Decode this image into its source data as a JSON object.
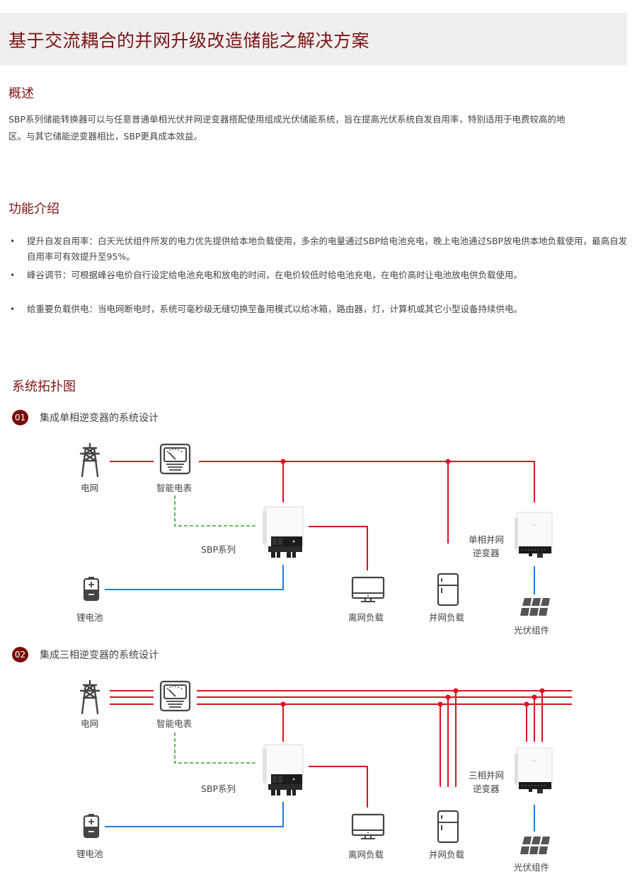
{
  "page_title": "基于交流耦合的并网升级改造储能之解决方案",
  "overview": {
    "heading": "概述",
    "text_line1": "SBP系列储能转换器可以与任意普通单相光伏并网逆变器搭配使用组成光伏储能系统，旨在提高光伏系统自发自用率，特别适用于电费较高的地",
    "text_line2": "区。与其它储能逆变器相比，SBP更具成本效益。"
  },
  "features": {
    "heading": "功能介绍",
    "items": [
      {
        "bullet": "•",
        "text": "提升自发自用率：白天光伏组件所发的电力优先提供给本地负载使用，多余的电量通过SBP给电池充电，晚上电池通过SBP放电供本地负载使用，最高自发自用率可有效提升至95%。"
      },
      {
        "bullet": "•",
        "text": "峰谷调节：可根据峰谷电价自行设定给电池充电和放电的时间，在电价较低时给电池充电，在电价高时让电池放电供负载使用。"
      },
      {
        "bullet": "•",
        "text": "给重要负载供电：当电网断电时，系统可毫秒级无缝切换至备用模式以给冰箱，路由器，灯，计算机或其它小型设备持续供电。"
      }
    ]
  },
  "topology": {
    "heading": "系统拓扑图",
    "diagrams": [
      {
        "number": "01",
        "title": "集成单相逆变器的系统设计",
        "labels": {
          "grid": "电网",
          "meter": "智能电表",
          "sbp": "SBP系列",
          "battery": "锂电池",
          "offgrid_load": "离网负载",
          "ongrid_load": "并网负载",
          "inverter_line1": "单相并网",
          "inverter_line2": "逆变器",
          "pv": "光伏组件"
        }
      },
      {
        "number": "02",
        "title": "集成三相逆变器的系统设计",
        "labels": {
          "grid": "电网",
          "meter": "智能电表",
          "sbp": "SBP系列",
          "battery": "锂电池",
          "offgrid_load": "离网负载",
          "ongrid_load": "并网负载",
          "inverter_line1": "三相并网",
          "inverter_line2": "逆变器",
          "pv": "光伏组件"
        }
      }
    ]
  },
  "colors": {
    "accent": "#7d1414",
    "badge": "#7a0a0a",
    "ac_line": "#d9121f",
    "dc_line": "#1f7fd6",
    "comm_line": "#3aa52e",
    "icon": "#444444",
    "hero_bg": "#efefef"
  }
}
